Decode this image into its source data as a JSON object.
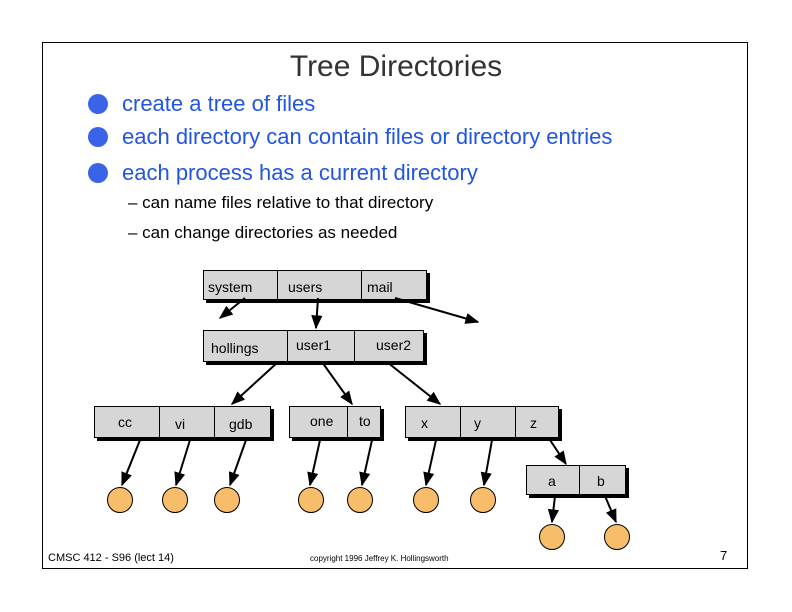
{
  "slide": {
    "title": "Tree Directories",
    "bullets": [
      "create a tree of files",
      "each directory can contain files or directory entries",
      "each process has a current directory"
    ],
    "sub_bullets": [
      "– can name files relative to that directory",
      "– can change directories as needed"
    ],
    "footer_left": "CMSC 412 - S96  (lect 14)",
    "footer_center": "copyright 1996 Jeffrey K. Hollingsworth",
    "page_number": "7"
  },
  "diagram": {
    "root": [
      "system",
      "users",
      "mail"
    ],
    "users_dir": [
      "hollings",
      "user1",
      "user2"
    ],
    "hollings_dir": [
      "cc",
      "vi",
      "gdb"
    ],
    "user1_dir": [
      "one",
      "to"
    ],
    "user2_dir": [
      "x",
      "y",
      "z"
    ],
    "z_dir": [
      "a",
      "b"
    ],
    "leaf_color": "#f7bd6a",
    "box_color": "#d6d6d6",
    "bullet_color": "#2255e0"
  }
}
